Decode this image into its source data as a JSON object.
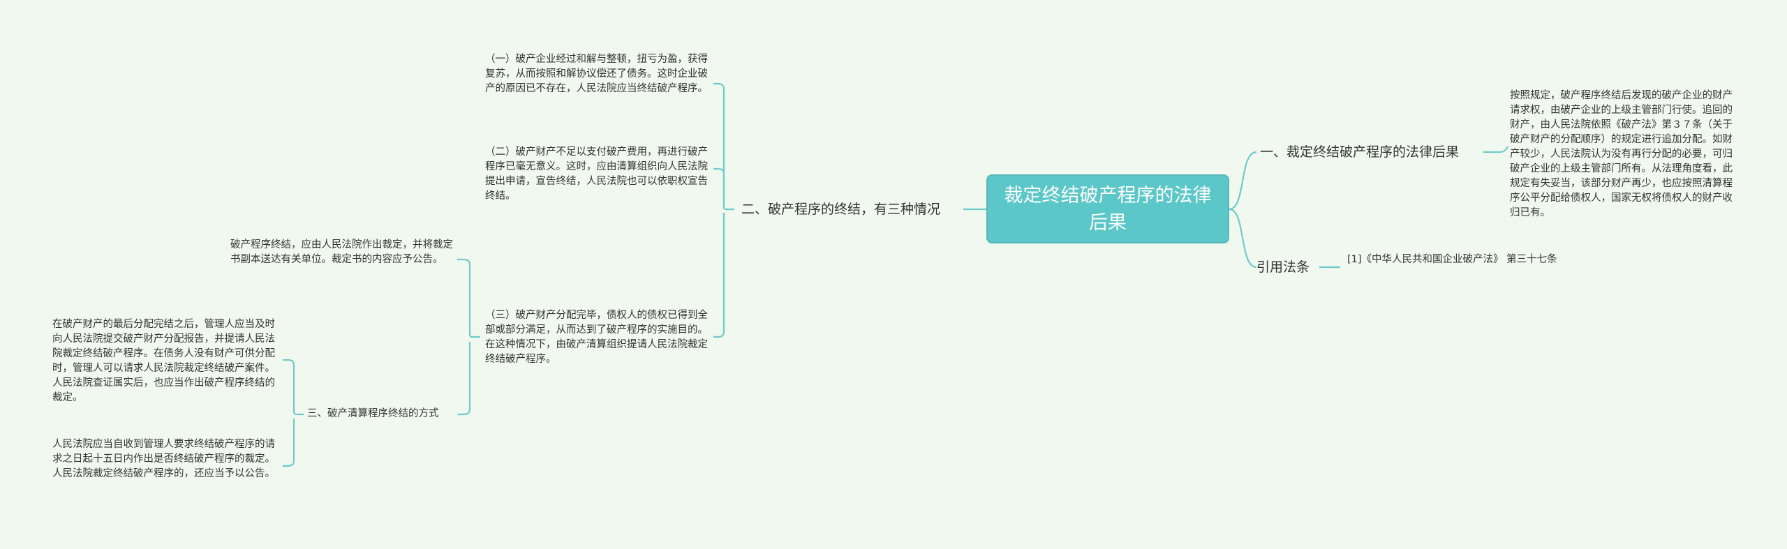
{
  "root": {
    "title": "裁定终结破产程序的法律后果"
  },
  "right": [
    {
      "label": "一、裁定终结破产程序的法律后果",
      "children": [
        {
          "text": "按照规定，破产程序终结后发现的破产企业的财产请求权，由破产企业的上级主管部门行使。追回的财产，由人民法院依照《破产法》第３７条（关于破产财产的分配顺序）的规定进行追加分配。如财产较少，人民法院认为没有再行分配的必要，可归破产企业的上级主管部门所有。从法理角度看，此规定有失妥当，该部分财产再少，也应按照清算程序公平分配给债权人，国家无权将债权人的财产收归已有。"
        }
      ]
    },
    {
      "label": "引用法条",
      "children": [
        {
          "text": "[1]《中华人民共和国企业破产法》 第三十七条"
        }
      ]
    }
  ],
  "left": [
    {
      "label": "二、破产程序的终结，有三种情况",
      "children": [
        {
          "text": "（一）破产企业经过和解与整顿，扭亏为盈，获得复苏，从而按照和解协议偿还了债务。这时企业破产的原因已不存在，人民法院应当终结破产程序。"
        },
        {
          "text": "（二）破产财产不足以支付破产费用，再进行破产程序已毫无意义。这时，应由清算组织向人民法院提出申请，宣告终结，人民法院也可以依职权宣告终结。"
        },
        {
          "text": "（三）破产财产分配完毕，债权人的债权已得到全部或部分满足，从而达到了破产程序的实施目的。在这种情况下，由破产清算组织提请人民法院裁定终结破产程序。",
          "children": [
            {
              "text": "破产程序终结，应由人民法院作出裁定，并将裁定书副本送达有关单位。裁定书的内容应予公告。"
            },
            {
              "text": "三、破产清算程序终结的方式",
              "children": [
                {
                  "text": "在破产财产的最后分配完结之后，管理人应当及时向人民法院提交破产财产分配报告，并提请人民法院裁定终结破产程序。在债务人没有财产可供分配时，管理人可以请求人民法院裁定终结破产案件。人民法院查证属实后，也应当作出破产程序终结的裁定。"
                },
                {
                  "text": "人民法院应当自收到管理人要求终结破产程序的请求之日起十五日内作出是否终结破产程序的裁定。人民法院裁定终结破产程序的，还应当予以公告。"
                }
              ]
            }
          ]
        }
      ]
    }
  ],
  "colors": {
    "background": "#f1f8ef",
    "root_fill": "#5bc7c8",
    "link": "#6fcbcb",
    "text": "#333333"
  }
}
